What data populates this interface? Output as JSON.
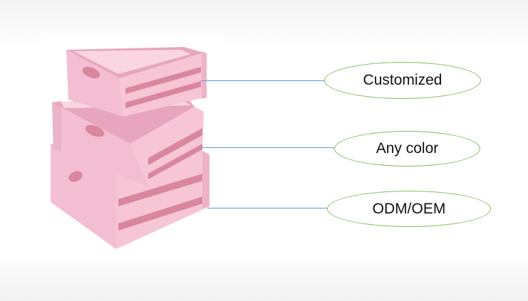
{
  "features": [
    {
      "label": "Customized"
    },
    {
      "label": "Any color"
    },
    {
      "label": "ODM/OEM"
    }
  ],
  "colors": {
    "crate_face": "#f6c6d6",
    "crate_light": "#fad6e2",
    "crate_shadow": "#e7a6bd",
    "crate_dark": "#d9869f",
    "connector": "#5b9bd5",
    "tag_border": "#8ab85c"
  },
  "icons": {
    "product": "stacked-pink-wooden-crates"
  }
}
